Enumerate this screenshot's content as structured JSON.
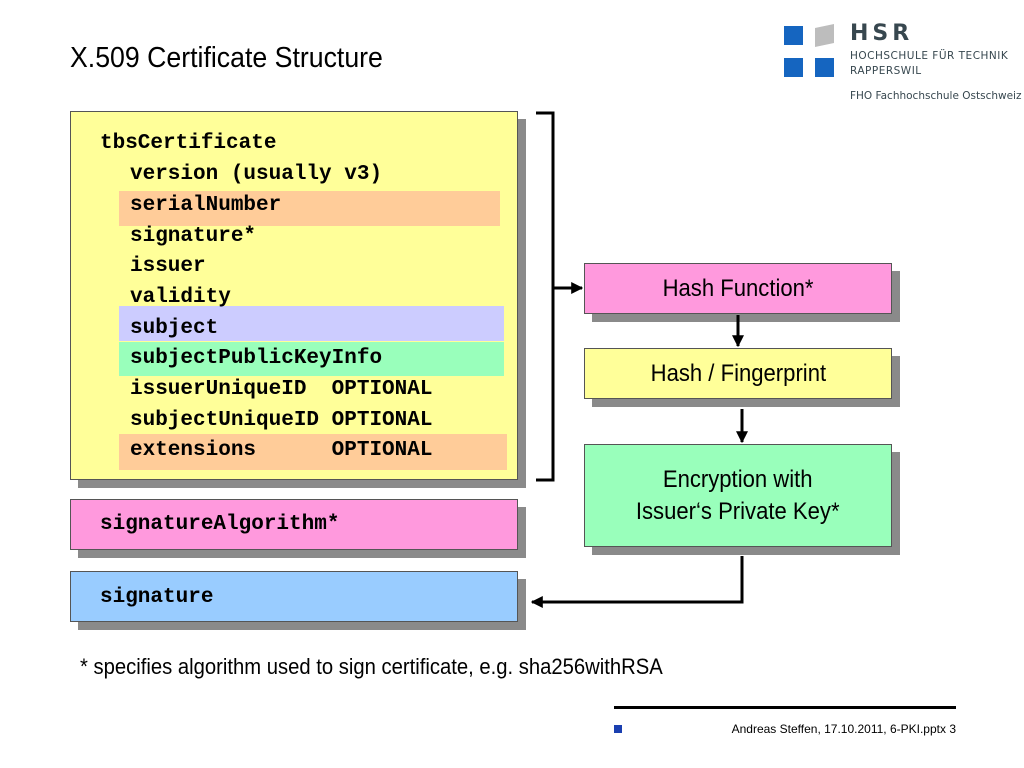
{
  "slide": {
    "title": "X.509 Certificate Structure",
    "footnote": "* specifies algorithm used to sign certificate, e.g.  sha256withRSA",
    "footer": "Andreas Steffen, 17.10.2011, 6-PKI.pptx 3"
  },
  "logo": {
    "name": "HSR",
    "line1": "HOCHSCHULE FÜR TECHNIK",
    "line2": "RAPPERSWIL",
    "line3": "FHO Fachhochschule Ostschweiz",
    "colors": {
      "blue": "#1565c0",
      "grey": "#bdbdbd"
    }
  },
  "certificate": {
    "tbs_label": "tbsCertificate",
    "fields": [
      {
        "name": "version (usually v3)",
        "highlight": null
      },
      {
        "name": "serialNumber",
        "highlight": "#ffcc99"
      },
      {
        "name": "signature*",
        "highlight": null
      },
      {
        "name": "issuer",
        "highlight": null
      },
      {
        "name": "validity",
        "highlight": null
      },
      {
        "name": "subject",
        "highlight": "#ccccff"
      },
      {
        "name": "subjectPublicKeyInfo",
        "highlight": "#99ffbb"
      },
      {
        "name": "issuerUniqueID  OPTIONAL",
        "highlight": null
      },
      {
        "name": "subjectUniqueID OPTIONAL",
        "highlight": null
      },
      {
        "name": "extensions      OPTIONAL",
        "highlight": "#ffcc99"
      }
    ],
    "signature_algorithm": "signatureAlgorithm*",
    "signature": "signature"
  },
  "process": {
    "hash_function": "Hash Function*",
    "hash_fingerprint": "Hash / Fingerprint",
    "encryption_line1": "Encryption with",
    "encryption_line2": "Issuer‘s Private Key*"
  }
}
